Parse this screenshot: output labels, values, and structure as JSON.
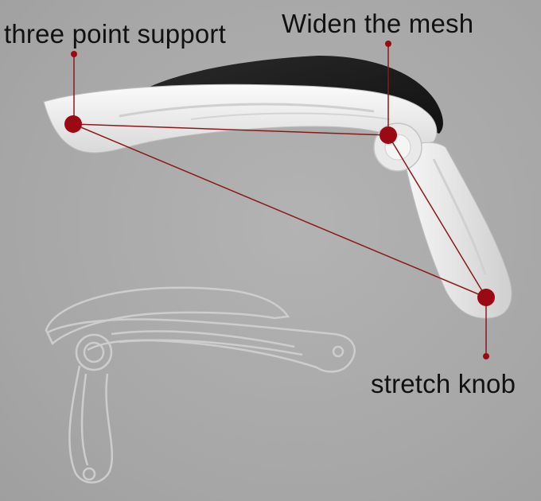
{
  "labels": {
    "three_point_support": "three point support",
    "widen_the_mesh": "Widen the mesh",
    "stretch_knob": "stretch knob"
  },
  "colors": {
    "background": "#a9a9a9",
    "marker": "#9b0a12",
    "line": "#8a1a1a",
    "frame": "#eeeeee",
    "mesh": "#1c1c1c",
    "outline": "#c8c8c8"
  }
}
